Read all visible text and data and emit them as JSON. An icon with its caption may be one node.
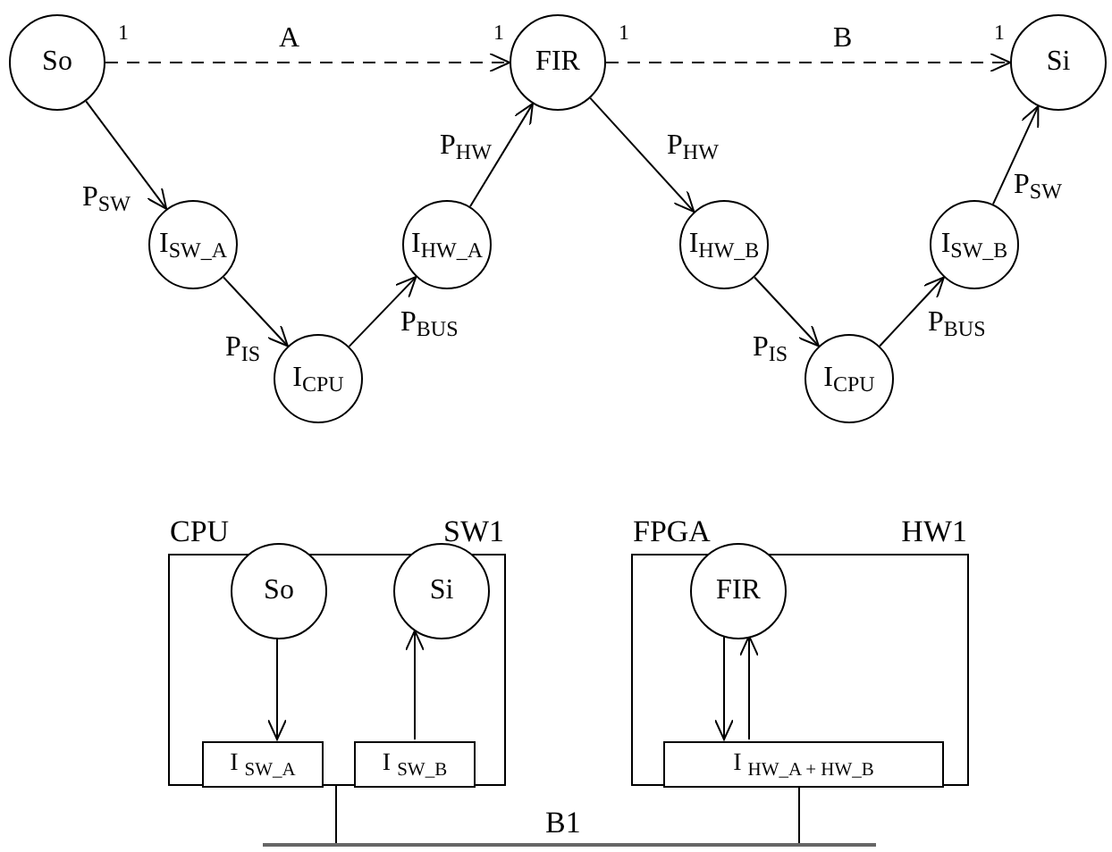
{
  "diagram": {
    "nodes": [
      {
        "text": [
          "So"
        ]
      },
      {
        "text": [
          "FIR"
        ]
      },
      {
        "text": [
          "Si"
        ]
      },
      {
        "text": [
          "I$_{SW_A}$"
        ]
      },
      {
        "text": [
          "I$_{HW_A}$"
        ]
      },
      {
        "text": [
          "I$_{CPU}$"
        ]
      },
      {
        "text": [
          "I$_{HW_B}$"
        ]
      },
      {
        "text": [
          "I$_{SW_B}$"
        ]
      },
      {
        "text": [
          "I$_{CPU}$"
        ]
      },
      {
        "text": [
          "CPU",
          "SW1"
        ]
      },
      {
        "text": [
          "So"
        ],
        "in": 9
      },
      {
        "text": [
          "Si"
        ],
        "in": 9
      },
      {
        "text": [
          "I $_{SW_A}$"
        ],
        "in": 9
      },
      {
        "text": [
          "I $_{SW_B}$"
        ],
        "in": 9
      },
      {
        "text": [
          "FPGA",
          "HW1"
        ]
      },
      {
        "text": [
          "FIR"
        ],
        "in": 14
      },
      {
        "text": [
          "I $_{HW_A + HW_B}$"
        ],
        "in": 14
      },
      {
        "text": [
          "B1"
        ]
      }
    ],
    "edges": [
      {
        "from": 0,
        "to": 1,
        "arrow": "to",
        "label": "A",
        "style": "dashed"
      },
      {
        "from": 1,
        "to": 2,
        "arrow": "to",
        "label": "B",
        "style": "dashed"
      },
      {
        "from": 0,
        "to": 3,
        "arrow": "to",
        "label": "P$_{SW}$"
      },
      {
        "from": 3,
        "to": 5,
        "arrow": "to",
        "label": "P$_{IS}$"
      },
      {
        "from": 5,
        "to": 4,
        "arrow": "to",
        "label": "P$_{BUS}$"
      },
      {
        "from": 4,
        "to": 1,
        "arrow": "to",
        "label": "P$_{HW}$"
      },
      {
        "from": 1,
        "to": 6,
        "arrow": "to",
        "label": "P$_{HW}$"
      },
      {
        "from": 6,
        "to": 8,
        "arrow": "to",
        "label": "P$_{IS}$"
      },
      {
        "from": 8,
        "to": 7,
        "arrow": "to",
        "label": "P$_{BUS}$"
      },
      {
        "from": 7,
        "to": 2,
        "arrow": "to",
        "label": "P$_{SW}$"
      },
      {
        "from": 10,
        "to": 12,
        "arrow": "to"
      },
      {
        "from": 13,
        "to": 11,
        "arrow": "to"
      },
      {
        "from": 15,
        "to": 16,
        "arrow": "to"
      },
      {
        "from": 16,
        "to": 15,
        "arrow": "to"
      },
      {
        "from": 9,
        "to": 17,
        "arrow": "none"
      },
      {
        "from": 14,
        "to": 17,
        "arrow": "none"
      }
    ],
    "labels": [
      "1",
      "1",
      "1",
      "1"
    ]
  }
}
